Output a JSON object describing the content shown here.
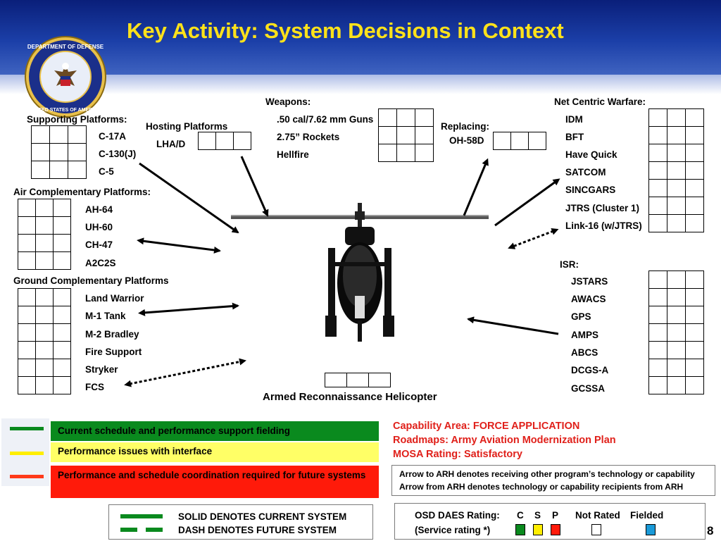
{
  "title": "Key Activity:  System Decisions in Context",
  "seal": {
    "text_top": "DEPARTMENT OF DEFENSE",
    "text_bottom": "UNITED STATES OF AMERICA"
  },
  "supporting": {
    "heading": "Supporting Platforms:",
    "items": [
      "C-17A",
      "C-130(J)",
      "C-5"
    ]
  },
  "hosting": {
    "heading": "Hosting Platforms",
    "items": [
      "LHA/D"
    ]
  },
  "air": {
    "heading": "Air Complementary Platforms:",
    "items": [
      "AH-64",
      "UH-60",
      "CH-47",
      "A2C2S"
    ]
  },
  "ground": {
    "heading": "Ground Complementary Platforms",
    "items": [
      "Land Warrior",
      "M-1 Tank",
      "M-2 Bradley",
      "Fire Support",
      "Stryker",
      "FCS"
    ]
  },
  "weapons": {
    "heading": "Weapons:",
    "items": [
      ".50 cal/7.62 mm Guns",
      "2.75” Rockets",
      "Hellfire"
    ]
  },
  "replacing": {
    "heading": "Replacing:",
    "items": [
      "OH-58D"
    ]
  },
  "ncw": {
    "heading": "Net Centric Warfare:",
    "items": [
      "IDM",
      "BFT",
      "Have Quick",
      "SATCOM",
      "SINCGARS",
      "JTRS (Cluster 1)",
      "Link-16 (w/JTRS)"
    ]
  },
  "isr": {
    "heading": "ISR:",
    "items": [
      "JSTARS",
      "AWACS",
      "GPS",
      "AMPS",
      "ABCS",
      "DCGS-A",
      "GCSSA"
    ]
  },
  "center_label": "Armed Reconnaissance Helicopter",
  "legend": {
    "green": "Current schedule and performance support fielding",
    "yellow": "Performance issues with interface",
    "red": "Performance and schedule coordination required for future systems",
    "colors": {
      "green": "#0a8a1e",
      "yellow": "#ffff33",
      "red": "#ff3a1a"
    }
  },
  "capability": {
    "area": "Capability Area:  FORCE APPLICATION",
    "roadmaps": "Roadmaps: Army Aviation Modernization Plan",
    "mosa": "MOSA Rating:  Satisfactory"
  },
  "arrow_note": {
    "line1": "Arrow to ARH denotes receiving other program’s technology or capability",
    "line2": "Arrow from ARH denotes technology or capability recipients from ARH"
  },
  "line_key": {
    "solid": "SOLID DENOTES CURRENT SYSTEM",
    "dash": "DASH DENOTES FUTURE SYSTEM"
  },
  "osd": {
    "label1": "OSD DAES Rating:",
    "label2": "(Service rating *)",
    "c": "C",
    "s": "S",
    "p": "P",
    "not_rated": "Not Rated",
    "fielded": "Fielded"
  },
  "page_number": "8"
}
